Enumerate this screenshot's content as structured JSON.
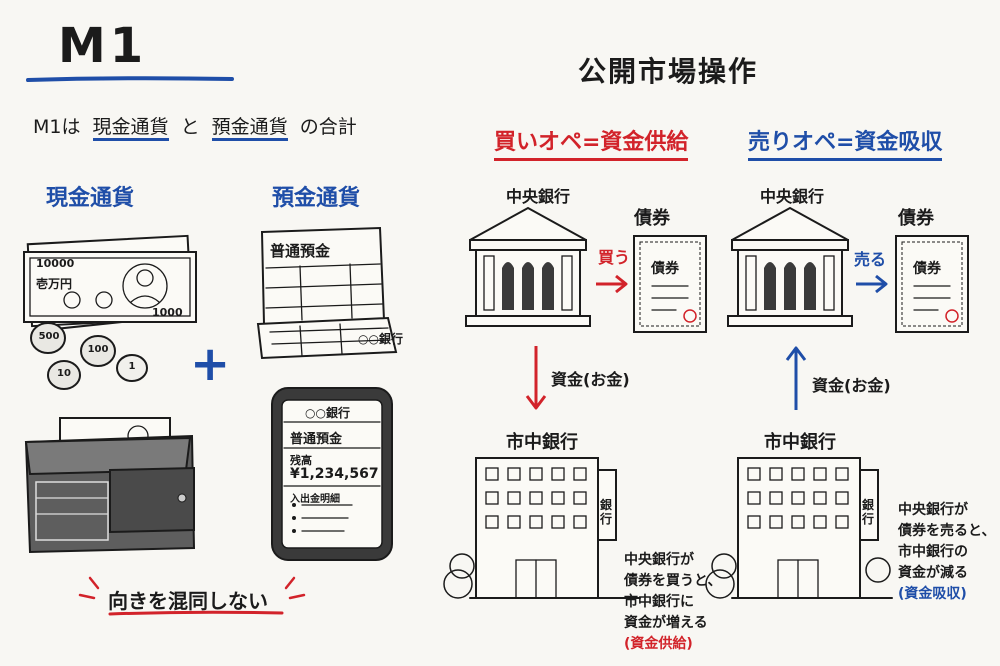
{
  "colors": {
    "accent_blue": "#1f4ea8",
    "accent_red": "#d2232a",
    "ink": "#1b1b1b",
    "paper": "#f8f7f3"
  },
  "left": {
    "title": "M1",
    "subtitle": {
      "prefix": "M1は",
      "term1": "現金通貨",
      "mid": "と",
      "term2": "預金通貨",
      "suffix": "の合計"
    },
    "cash_heading": "現金通貨",
    "deposit_heading": "預金通貨",
    "plus": "+",
    "banknote_big": "10000",
    "banknote_yen": "壱万円",
    "banknote_small": "1000",
    "coins": [
      "500",
      "100",
      "10",
      "1"
    ],
    "passbook_title": "普通預金",
    "passbook_bank": "○○銀行",
    "phone_bank": "○○銀行",
    "phone_account": "普通預金",
    "phone_balance_label": "残高",
    "phone_balance": "¥1,234,567",
    "phone_history": "入出金明細",
    "warning": "向きを混同しない"
  },
  "right": {
    "title": "公開市場操作",
    "buy": {
      "heading": "買いオペ=資金供給",
      "central_bank": "中央銀行",
      "bond_label": "債券",
      "bond_doc": "債券",
      "action": "買う",
      "money": "資金(お金)",
      "city_bank": "市中銀行",
      "sign": "銀行",
      "note": [
        "中央銀行が",
        "債券を買うと、",
        "市中銀行に",
        "資金が増える"
      ],
      "note_tag": "(資金供給)"
    },
    "sell": {
      "heading": "売りオペ=資金吸収",
      "central_bank": "中央銀行",
      "bond_label": "債券",
      "bond_doc": "債券",
      "action": "売る",
      "money": "資金(お金)",
      "city_bank": "市中銀行",
      "sign": "銀行",
      "note": [
        "中央銀行が",
        "債券を売ると、",
        "市中銀行の",
        "資金が減る"
      ],
      "note_tag": "(資金吸収)"
    }
  }
}
